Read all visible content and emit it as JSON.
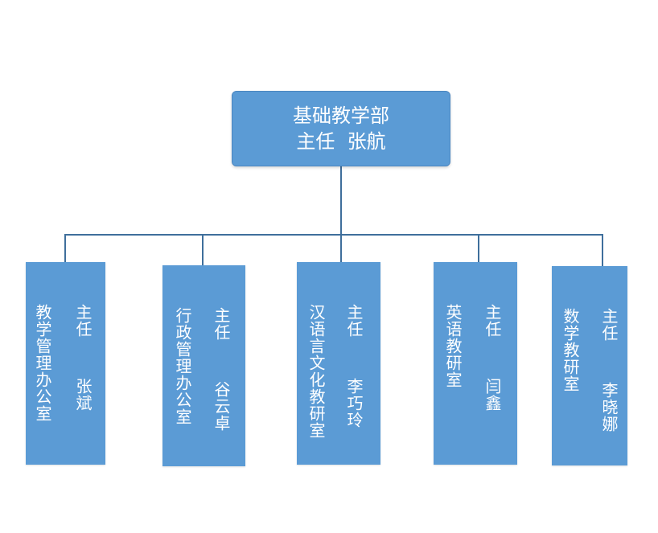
{
  "root": {
    "department": "基础教学部",
    "leader": "主任  张航"
  },
  "children": [
    {
      "unit": "教学管理办公室",
      "leader": "主任  张斌"
    },
    {
      "unit": "行政管理办公室",
      "leader": "主任  谷云卓"
    },
    {
      "unit": "汉语言文化教研室",
      "leader": "主任  李巧玲"
    },
    {
      "unit": "英语教研室",
      "leader": "主任  闫鑫"
    },
    {
      "unit": "数学教研室",
      "leader": "主任  李晓娜"
    }
  ],
  "colors": {
    "box_fill": "#5b9bd5",
    "connector": "#3f6f9c",
    "text": "#ffffff"
  }
}
